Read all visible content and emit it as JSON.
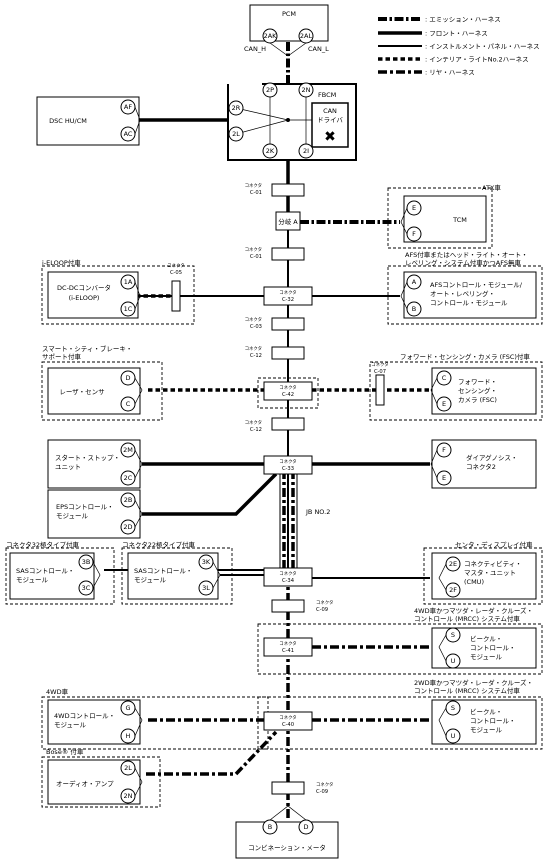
{
  "legend": {
    "emission": ": エミッション・ハーネス",
    "front": ": フロント・ハーネス",
    "instrument": ": インストルメント・パネル・ハーネス",
    "interior": ": インテリア・ライトNo.2ハーネス",
    "rear": ": リヤ・ハーネス"
  },
  "conn_title": "コネクタ",
  "modules": {
    "pcm": "PCM",
    "can_h": "CAN_H",
    "can_l": "CAN_L",
    "fbcm": "FBCM",
    "can_driver_1": "CAN",
    "can_driver_2": "ドライバ",
    "dsc": "DSC HU/CM",
    "tcm": "TCM",
    "dcdc_1": "DC-DCコンバータ",
    "dcdc_2": "(i-ELOOP)",
    "afs_1": "AFSコントロール・モジュール/",
    "afs_2": "オート・レベリング・",
    "afs_3": "コントロール・モジュール",
    "laser": "レーザ・センサ",
    "fsc_1": "フォワード・",
    "fsc_2": "センシング・",
    "fsc_3": "カメラ (FSC)",
    "startstop_1": "スタート・ストップ・",
    "startstop_2": "ユニット",
    "diag_1": "ダイアグノシス・",
    "diag_2": "コネクタ2",
    "eps_1": "EPSコントロール・",
    "eps_2": "モジュール",
    "jb": "JB NO.2",
    "sas32_1": "SASコントロール・",
    "sas32_2": "モジュール",
    "sas22_1": "SASコントロール・",
    "sas22_2": "モジュール",
    "cmu_1": "コネクティビティ・",
    "cmu_2": "マスタ・ユニット",
    "cmu_3": "(CMU)",
    "vehicle4_1": "ビークル・",
    "vehicle4_2": "コントロール・",
    "vehicle4_3": "モジュール",
    "awd_1": "4WDコントロール・",
    "awd_2": "モジュール",
    "vehicle2_1": "ビークル・",
    "vehicle2_2": "コントロール・",
    "vehicle2_3": "モジュール",
    "audio": "オーディオ・アンプ",
    "meter": "コンビネーション・メータ"
  },
  "labels": {
    "atx": "ATX車",
    "afs_1": "AFS付車またはヘッド・ライト・オート・",
    "afs_2": "レベリング・システム付車かつAFS無車",
    "ieloop": "i-ELOOP付車",
    "scbs_1": "スマート・シティ・ブレーキ・",
    "scbs_2": "サポート付車",
    "fsc": "フォワード・センシング・カメラ (FSC)付車",
    "conn32": "コネクタ32極タイプ付車",
    "conn22": "コネクタ22極タイプ付車",
    "center_disp": "センタ・ディスプレイ付車",
    "awd_mrcc_1": "4WD車かつマツダ・レーダ・クルーズ・",
    "awd_mrcc_2": "コントロール (MRCC) システム付車",
    "awd": "4WD車",
    "fwd_mrcc_1": "2WD車かつマツダ・レーダ・クルーズ・",
    "fwd_mrcc_2": "コントロール (MRCC) システム付車",
    "bose": "Bose® 付車",
    "branch": "分岐 A"
  },
  "connectors": {
    "c01a": "C-01",
    "c01b": "C-01",
    "c05": "C-05",
    "c32": "C-32",
    "c03": "C-03",
    "c12a": "C-12",
    "c42": "C-42",
    "c07": "C-07",
    "c12b": "C-12",
    "c33": "C-33",
    "c34": "C-34",
    "c09a": "C-09",
    "c41": "C-41",
    "c40": "C-40",
    "c09b": "C-09"
  },
  "pins": {
    "pcm_a": "2AK",
    "pcm_b": "2AL",
    "fb_2p": "2P",
    "fb_2n": "2N",
    "fb_2r": "2R",
    "fb_2l": "2L",
    "fb_2k": "2K",
    "fb_2i": "2I",
    "dsc_af": "AF",
    "dsc_ac": "AC",
    "tcm_e": "E",
    "tcm_f": "F",
    "dc_1a": "1A",
    "dc_1c": "1C",
    "afs_a": "A",
    "afs_b": "B",
    "las_d": "D",
    "las_c": "C",
    "fsc_c": "C",
    "fsc_e": "E",
    "ss_2m": "2M",
    "ss_2c": "2C",
    "dg_f": "F",
    "dg_e": "E",
    "eps_2b": "2B",
    "eps_2d": "2D",
    "sas32_3b": "3B",
    "sas32_3c": "3C",
    "sas22_3k": "3K",
    "sas22_3l": "3L",
    "cmu_2e": "2E",
    "cmu_2f": "2F",
    "v4_s": "S",
    "v4_u": "U",
    "awd_g": "G",
    "awd_h": "H",
    "v2_s": "S",
    "v2_u": "U",
    "au_2l": "2L",
    "au_2n": "2N",
    "mt_b": "B",
    "mt_d": "D"
  }
}
